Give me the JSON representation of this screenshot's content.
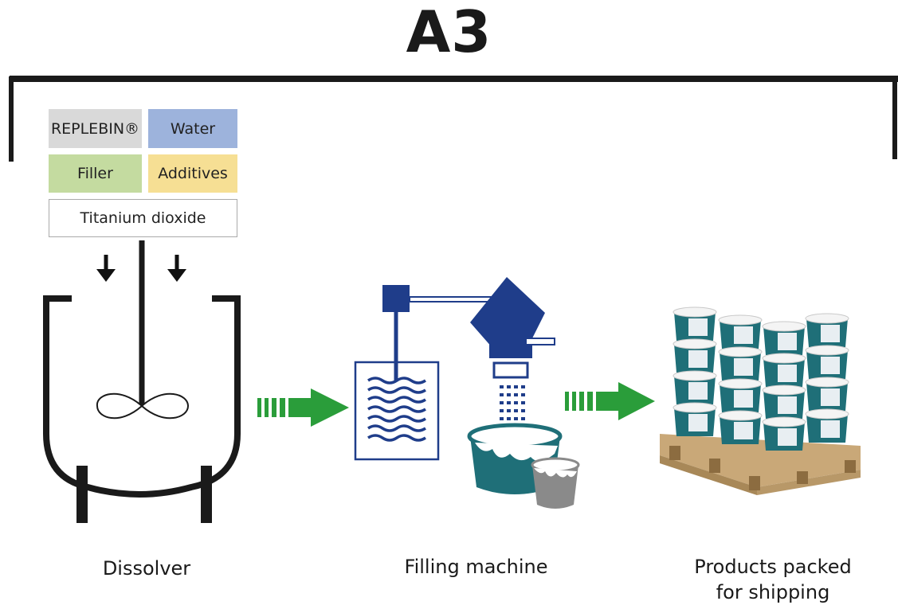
{
  "title": "A3",
  "ingredients": {
    "replebin": {
      "label": "REPLEBIN®",
      "color": "#d9d9d9"
    },
    "water": {
      "label": "Water",
      "color": "#9db3dc"
    },
    "filler": {
      "label": "Filler",
      "color": "#c4dba0"
    },
    "additives": {
      "label": "Additives",
      "color": "#f6df94"
    },
    "titanium": {
      "label": "Titanium dioxide",
      "color": "#ffffff"
    }
  },
  "stages": {
    "dissolver": "Dissolver",
    "filling": "Filling machine",
    "packed_line1": "Products packed",
    "packed_line2": "for shipping"
  },
  "colors": {
    "arrow_green": "#2a9d3a",
    "machine_blue": "#1f3d8a",
    "bucket_teal": "#1f6f78",
    "bucket_grey": "#8a8a8a",
    "pallet_wood": "#c9a878",
    "line_black": "#1a1a1a"
  }
}
